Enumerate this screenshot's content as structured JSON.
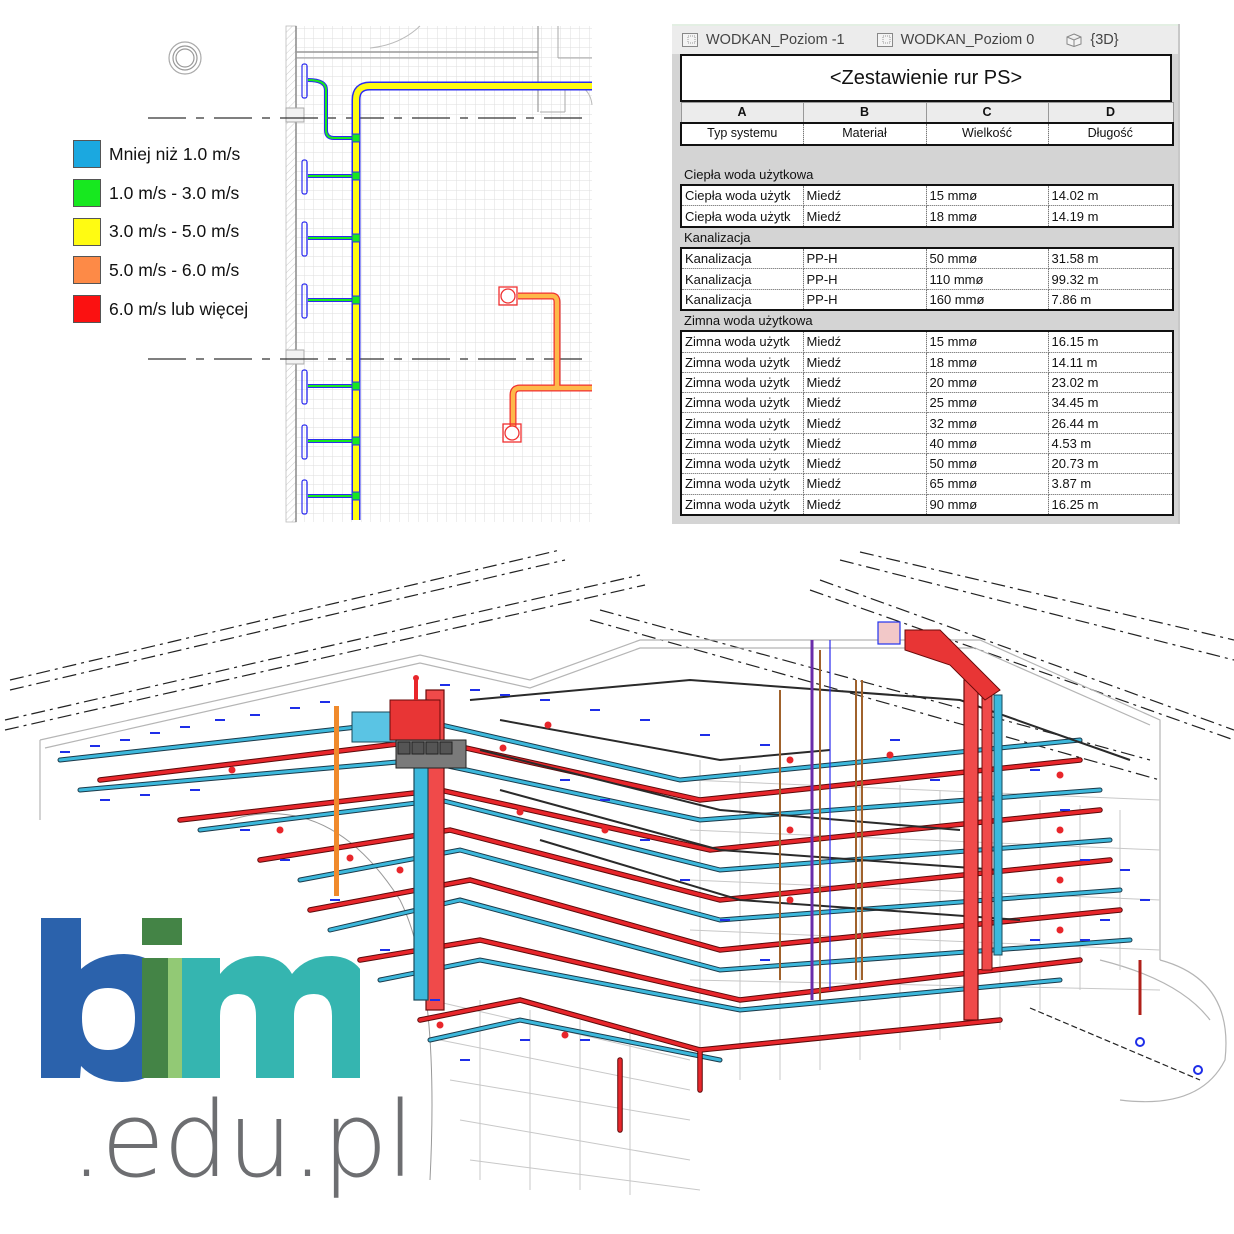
{
  "plan_view": {
    "legend": {
      "title": "",
      "items": [
        {
          "label": "Mniej niż 1.0 m/s",
          "color": "#1ba8e0"
        },
        {
          "label": "1.0 m/s - 3.0 m/s",
          "color": "#17e81f"
        },
        {
          "label": "3.0 m/s - 5.0 m/s",
          "color": "#fffb12"
        },
        {
          "label": "5.0 m/s - 6.0 m/s",
          "color": "#fd8a47"
        },
        {
          "label": "6.0 m/s lub więcej",
          "color": "#fb1111"
        }
      ]
    },
    "colors": {
      "main_pipe": "#fffb12",
      "branch_pipe": "#17e81f",
      "pipe_outline": "#2c2cf0",
      "drain_pipe": "#fdb94a",
      "drain_outline": "#f03030",
      "grid": "#dcdcdc",
      "wall": "#9a9a9a"
    }
  },
  "schedule": {
    "tabs": [
      {
        "label": "WODKAN_Poziom -1",
        "icon": "floor-plan-icon"
      },
      {
        "label": "WODKAN_Poziom 0",
        "icon": "floor-plan-icon"
      },
      {
        "label": "{3D}",
        "icon": "3d-view-icon"
      }
    ],
    "title": "<Zestawienie rur PS>",
    "column_letters": [
      "A",
      "B",
      "C",
      "D"
    ],
    "columns": [
      "Typ systemu",
      "Materiał",
      "Wielkość",
      "Długość"
    ],
    "groups": [
      {
        "name": "Ciepła woda użytkowa",
        "rows": [
          [
            "Ciepła woda użytk",
            "Miedź",
            "15 mmø",
            "14.02 m"
          ],
          [
            "Ciepła woda użytk",
            "Miedź",
            "18 mmø",
            "14.19 m"
          ]
        ]
      },
      {
        "name": "Kanalizacja",
        "rows": [
          [
            "Kanalizacja",
            "PP-H",
            "50 mmø",
            "31.58 m"
          ],
          [
            "Kanalizacja",
            "PP-H",
            "110 mmø",
            "99.32 m"
          ],
          [
            "Kanalizacja",
            "PP-H",
            "160 mmø",
            "7.86 m"
          ]
        ]
      },
      {
        "name": "Zimna woda użytkowa",
        "rows": [
          [
            "Zimna woda użytk",
            "Miedź",
            "15 mmø",
            "16.15 m"
          ],
          [
            "Zimna woda użytk",
            "Miedź",
            "18 mmø",
            "14.11 m"
          ],
          [
            "Zimna woda użytk",
            "Miedź",
            "20 mmø",
            "23.02 m"
          ],
          [
            "Zimna woda użytk",
            "Miedź",
            "25 mmø",
            "34.45 m"
          ],
          [
            "Zimna woda użytk",
            "Miedź",
            "32 mmø",
            "26.44 m"
          ],
          [
            "Zimna woda użytk",
            "Miedź",
            "40 mmø",
            "4.53 m"
          ],
          [
            "Zimna woda użytk",
            "Miedź",
            "50 mmø",
            "20.73 m"
          ],
          [
            "Zimna woda użytk",
            "Miedź",
            "65 mmø",
            "3.87 m"
          ],
          [
            "Zimna woda użytk",
            "Miedź",
            "90 mmø",
            "16.25 m"
          ]
        ]
      }
    ]
  },
  "model_3d": {
    "colors": {
      "hot_water": "#e8262b",
      "cold_water": "#3cb8dc",
      "sewage": "#2a2a2a",
      "fixtures": "#1e2ee8",
      "riser_orange": "#f08a2c",
      "riser_brown": "#a0622c",
      "riser_purple": "#6a2caa",
      "building": "#b8b8b8"
    }
  },
  "logo": {
    "letters": "bim",
    "domain": ".edu.pl",
    "colors": {
      "b": "#2b62ac",
      "b_overlap": "#1ea7e2",
      "i_dark": "#448446",
      "i_light": "#92c975",
      "m": "#35b5b0",
      "domain": "#6d6e71"
    }
  }
}
